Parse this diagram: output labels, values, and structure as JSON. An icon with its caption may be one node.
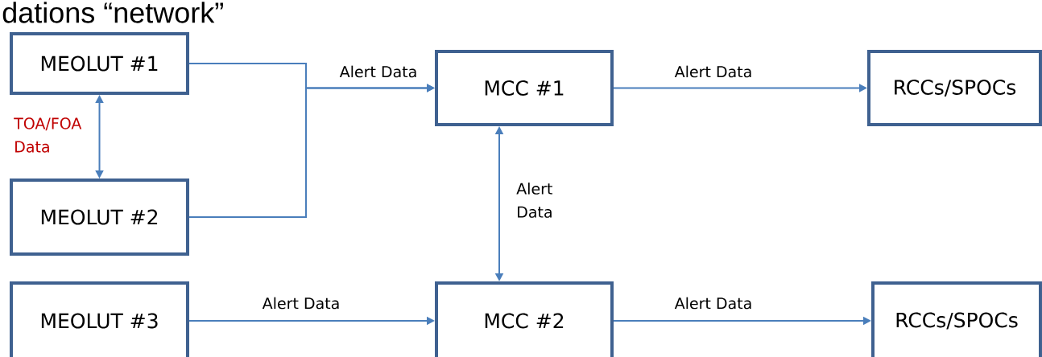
{
  "diagram": {
    "title": "dations “network”",
    "nodes": [
      {
        "text": [
          "MEOLUT #1"
        ]
      },
      {
        "text": [
          "MCC #1"
        ]
      },
      {
        "text": [
          "RCCs/SPOCs"
        ]
      },
      {
        "text": [
          "MEOLUT #2"
        ]
      },
      {
        "text": [
          "MEOLUT #3"
        ]
      },
      {
        "text": [
          "MCC #2"
        ]
      },
      {
        "text": [
          "RCCs/SPOCs"
        ]
      }
    ],
    "edges": [
      {
        "from": 0,
        "to": 1,
        "arrow": "to",
        "label": "Alert Data"
      },
      {
        "from": 3,
        "to": 1,
        "arrow": "to"
      },
      {
        "from": 0,
        "to": 3,
        "arrow": "both",
        "label": "TOA/FOA Data"
      },
      {
        "from": 1,
        "to": 2,
        "arrow": "to",
        "label": "Alert Data"
      },
      {
        "from": 1,
        "to": 5,
        "arrow": "both",
        "label": "Alert Data"
      },
      {
        "from": 4,
        "to": 5,
        "arrow": "to",
        "label": "Alert Data"
      },
      {
        "from": 5,
        "to": 6,
        "arrow": "to",
        "label": "Alert Data"
      }
    ]
  }
}
